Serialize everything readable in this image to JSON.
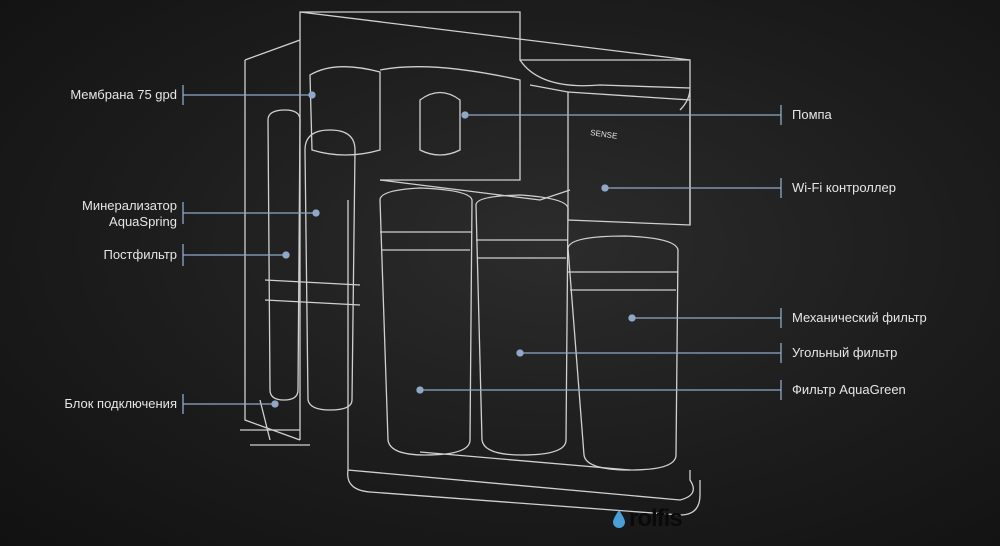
{
  "labels": {
    "membrane": "Мембрана 75 gpd",
    "mineralizer_line1": "Минерализатор",
    "mineralizer_line2": "AquaSpring",
    "postfilter": "Постфильтр",
    "connection_block": "Блок подключения",
    "pump": "Помпа",
    "wifi_controller": "Wi-Fi контроллер",
    "mechanical_filter": "Механический фильтр",
    "carbon_filter": "Угольный фильтр",
    "aquagreen_filter": "Фильтр AquaGreen"
  },
  "device_text": "SENSE",
  "brand": "rolfis",
  "colors": {
    "callout": "#8fa8c8",
    "outline": "#d8d8d8",
    "drop": "#4a9fd8"
  }
}
